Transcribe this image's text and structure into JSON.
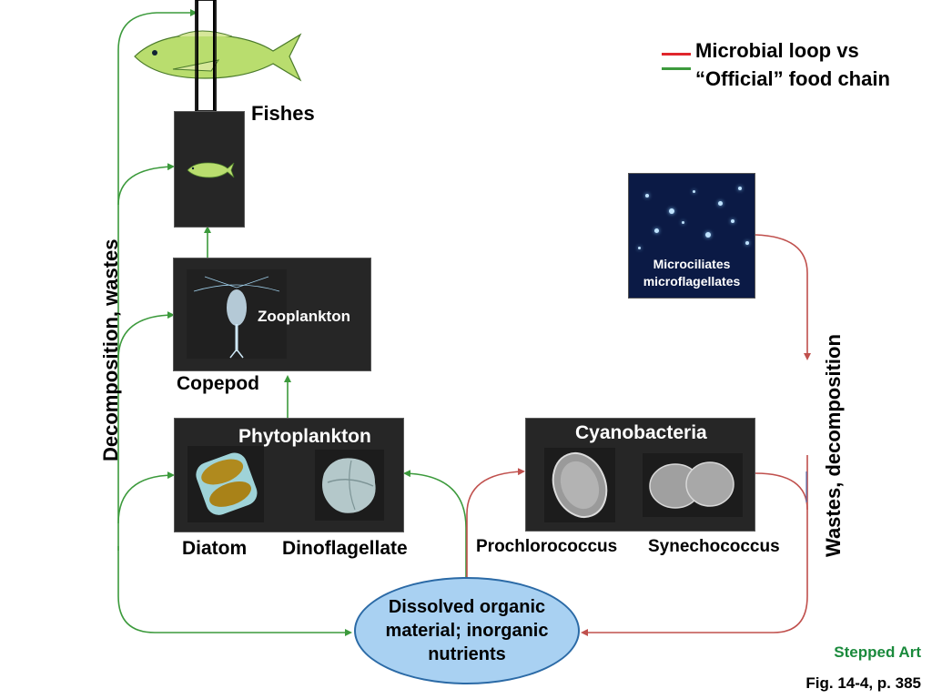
{
  "legend": {
    "line1": "Microbial loop vs",
    "line2": "“Official” food chain",
    "microbial_color": "#e0262c",
    "official_color": "#3c9a3c"
  },
  "labels": {
    "fishes": "Fishes",
    "copepod": "Copepod",
    "zooplankton": "Zooplankton",
    "phytoplankton": "Phytoplankton",
    "diatom": "Diatom",
    "dinoflagellate": "Dinoflagellate",
    "cyanobacteria": "Cyanobacteria",
    "prochlorococcus": "Prochlorococcus",
    "synechococcus": "Synechococcus",
    "microciliates": "Microciliates",
    "microflagellates": "microflagellates",
    "decomposition_wastes": "Decomposition, wastes",
    "wastes_decomposition": "Wastes, decomposition"
  },
  "pool": {
    "line1": "Dissolved organic",
    "line2": "material; inorganic",
    "line3": "nutrients"
  },
  "footer": {
    "stepped_art": "Stepped Art",
    "figure_ref": "Fig. 14-4, p. 385"
  },
  "colors": {
    "green_arrow": "#3c9a3c",
    "red_arrow": "#c0504d",
    "panel_bg": "#262626",
    "pool_fill": "#a9d1f2",
    "stepped_art_color": "#1a8a3c"
  }
}
